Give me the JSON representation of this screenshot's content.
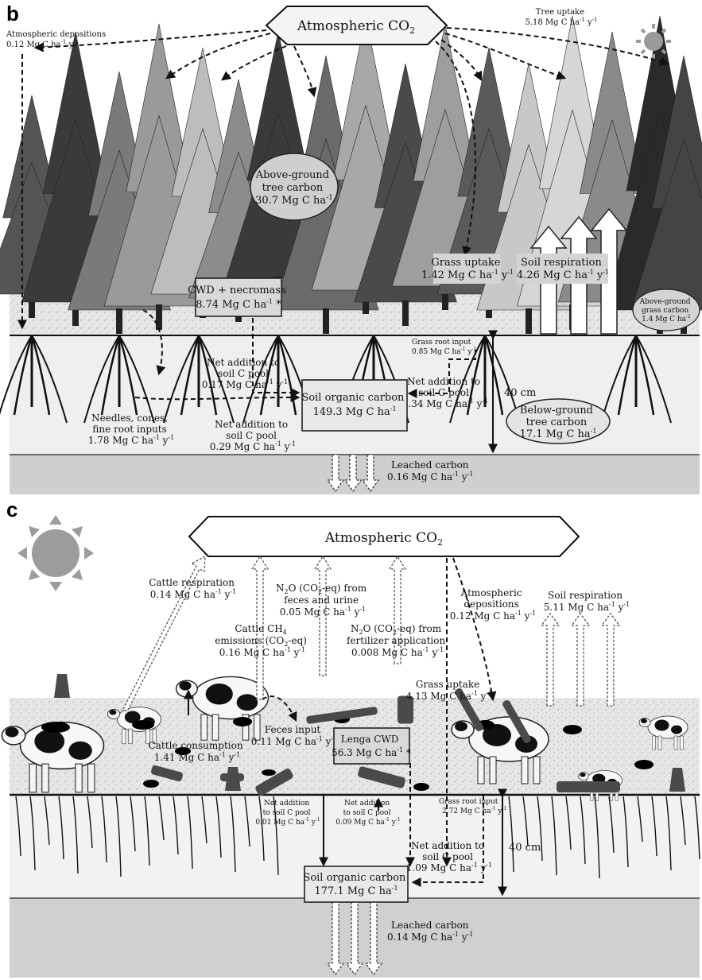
{
  "panel_b": {
    "letter": "b",
    "atmospheric_co2": "Atmospheric CO",
    "co2_sub": "2",
    "atm_depositions": {
      "l1": "Atmospheric depositions",
      "l2": "0.12 Mg C ha",
      "s1": "-1",
      "m": " y",
      "s2": "-1"
    },
    "tree_uptake": {
      "l1": "Tree uptake",
      "l2": "5.18 Mg C ha",
      "s1": "-1",
      "m": " y",
      "s2": "-1"
    },
    "above_ground_tree": {
      "l1": "Above-ground",
      "l2": "tree carbon",
      "l3": "30.7 Mg C ha",
      "s1": "-1"
    },
    "grass_uptake": {
      "l1": "Grass uptake",
      "l2": "1.42 Mg C ha",
      "s1": "-1",
      "m": " y",
      "s2": "-1"
    },
    "soil_respiration": {
      "l1": "Soil respiration",
      "l2": "4.26 Mg C ha",
      "s1": "-1",
      "m": " y",
      "s2": "-1"
    },
    "cwd_necromass": {
      "l1": "CWD + necromass",
      "l2": "8.74  Mg C ha",
      "s1": "-1",
      "m": " *"
    },
    "above_ground_grass": {
      "l1": "Above-ground",
      "l2": "grass carbon",
      "l3": "1.4 Mg C ha",
      "s1": "-1"
    },
    "grass_root_input": {
      "l1": "Grass root input",
      "l2": "0.85 Mg C ha",
      "s1": "-1",
      "m": " y",
      "s2": "-1"
    },
    "net_addition_1": {
      "l1": "Net addition to",
      "l2": "soil C pool",
      "l3": "0.17 Mg C ha",
      "s1": "-1",
      "m": " y",
      "s2": "-1"
    },
    "net_addition_2": {
      "l1": "Net addition to",
      "l2": "soil C pool",
      "l3": "0.34 Mg C ha",
      "s1": "-1",
      "m": " y",
      "s2": "-1"
    },
    "net_addition_3": {
      "l1": "Net addition to",
      "l2": "soil C pool",
      "l3": "0.29 Mg C ha",
      "s1": "-1",
      "m": " y",
      "s2": "-1"
    },
    "soil_organic_carbon": {
      "l1": "Soil organic carbon",
      "l2": "149.3 Mg C ha",
      "s1": "-1"
    },
    "needles_cones": {
      "l1": "Needles, cones,",
      "l2": "fine root inputs",
      "l3": "1.78 Mg C ha",
      "s1": "-1",
      "m": " y",
      "s2": "-1"
    },
    "below_ground_tree": {
      "l1": "Below-ground",
      "l2": "tree carbon",
      "l3": "17.1 Mg C ha",
      "s1": "-1"
    },
    "depth": "40 cm",
    "leached_carbon": {
      "l1": "Leached carbon",
      "l2": "0.16 Mg C ha",
      "s1": "-1",
      "m": " y",
      "s2": "-1"
    }
  },
  "panel_c": {
    "letter": "c",
    "atmospheric_co2": "Atmospheric CO",
    "co2_sub": "2",
    "cattle_respiration": {
      "l1": "Cattle respiration",
      "l2": "0.14 Mg C ha",
      "s1": "-1",
      "m": " y",
      "s2": "-1"
    },
    "n2o_feces": {
      "l1a": "N",
      "l1b": "2",
      "l1c": "O (CO",
      "l1d": "2",
      "l1e": "-eq) from",
      "l2": "feces and urine",
      "l3": "0.05 Mg C ha",
      "s1": "-1",
      "m": " y",
      "s2": "-1"
    },
    "atm_depositions": {
      "l1": "Atmospheric",
      "l2": "depositions",
      "l3": "0.12 Mg C ha",
      "s1": "-1",
      "m": " y",
      "s2": "-1"
    },
    "cattle_ch4": {
      "l1": "Cattle CH",
      "l1s": "4",
      "l2": "emissions (CO",
      "l2s": "2",
      "l2e": "-eq)",
      "l3": "0.16 Mg C ha",
      "s1": "-1",
      "m": " y",
      "s2": "-1"
    },
    "n2o_fertilizer": {
      "l1a": "N",
      "l1b": "2",
      "l1c": "O (CO",
      "l1d": "2",
      "l1e": "-eq) from",
      "l2": "fertilizer application",
      "l3": "0.008 Mg C ha",
      "s1": "-1",
      "m": " y",
      "s2": "-1"
    },
    "soil_respiration": {
      "l1": "Soil respiration",
      "l2": "5.11 Mg C ha",
      "s1": "-1",
      "m": " y",
      "s2": "-1"
    },
    "grass_uptake": {
      "l1": "Grass uptake",
      "l2": "4.13 Mg C ha",
      "s1": "-1",
      "m": " y",
      "s2": "-1"
    },
    "feces_input": {
      "l1": "Feces input",
      "l2": "0.11 Mg C ha",
      "s1": "-1",
      "m": " y",
      "s2": "-1"
    },
    "cattle_consumption": {
      "l1": "Cattle consumption",
      "l2": "1.41 Mg C ha",
      "s1": "-1",
      "m": " y",
      "s2": "-1"
    },
    "lenga_cwd": {
      "l1": "Lenga CWD",
      "l2": "56.3 Mg C ha",
      "s1": "-1",
      "m": " *"
    },
    "net_addition_1": {
      "l1": "Net addition",
      "l2": "to soil C pool",
      "l3": "0.01 Mg C ha",
      "s1": "-1",
      "m": " y",
      "s2": "-1"
    },
    "net_addition_2": {
      "l1": "Net addition",
      "l2": "to soil C pool",
      "l3": "0.09 Mg C ha",
      "s1": "-1",
      "m": " y",
      "s2": "-1"
    },
    "grass_root_input": {
      "l1": "Grass root input",
      "l2": "2.72 Mg C ha",
      "s1": "-1",
      "m": " y",
      "s2": "-1"
    },
    "net_addition_3": {
      "l1": "Net addition to",
      "l2": "soil C pool",
      "l3": "1.09 Mg C ha",
      "s1": "-1",
      "m": " y",
      "s2": "-1"
    },
    "soil_organic_carbon": {
      "l1": "Soil organic carbon",
      "l2": "177.1 Mg C ha",
      "s1": "-1"
    },
    "depth": "40 cm",
    "leached_carbon": {
      "l1": "Leached carbon",
      "l2": "0.14 Mg C ha",
      "s1": "-1",
      "m": " y",
      "s2": "-1"
    }
  }
}
